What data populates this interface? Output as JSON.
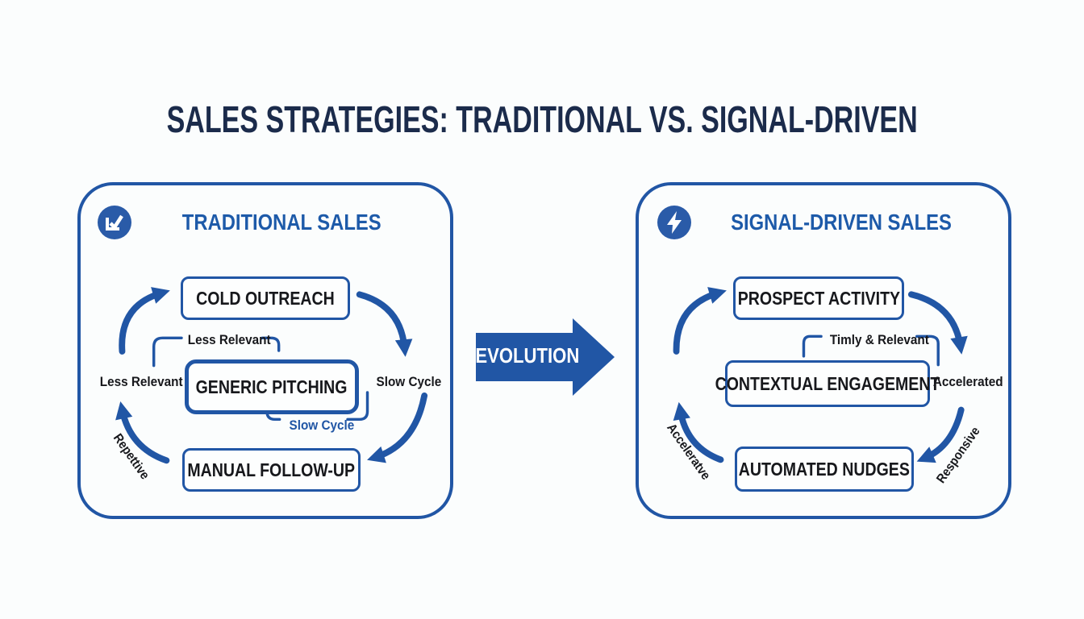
{
  "title": "SALES STRATEGIES: TRADITIONAL VS. SIGNAL-DRIVEN",
  "evolution": {
    "label": "EVOLUTION"
  },
  "colors": {
    "accent_blue": "#2156a5",
    "icon_blue": "#2a5ba8",
    "header_blue": "#1d5aa9",
    "title_navy": "#1b2b4b",
    "text_dark": "#17181c",
    "background": "#fbfdfd"
  },
  "left_panel": {
    "title": "TRADITIONAL SALES",
    "icon": "check-box-icon",
    "nodes": {
      "top": "COLD OUTREACH",
      "middle": "GENERIC PITCHING",
      "bottom": "MANUAL FOLLOW-UP"
    },
    "labels": {
      "above_middle": "Less Relevant",
      "left_side": "Less Relevant",
      "right_side": "Slow Cycle",
      "below_middle": "Slow Cycle",
      "rotated_lower_left": "Repettive"
    }
  },
  "right_panel": {
    "title": "SIGNAL-DRIVEN SALES",
    "icon": "lightning-icon",
    "nodes": {
      "top": "PROSPECT ACTIVITY",
      "middle": "CONTEXTUAL ENGAGEMENT",
      "bottom": "AUTOMATED NUDGES"
    },
    "labels": {
      "above_middle": "Timly & Relevant",
      "right_side": "Accelerated",
      "rotated_lower_left": "Acceleratve",
      "rotated_lower_right": "Responsive"
    }
  }
}
